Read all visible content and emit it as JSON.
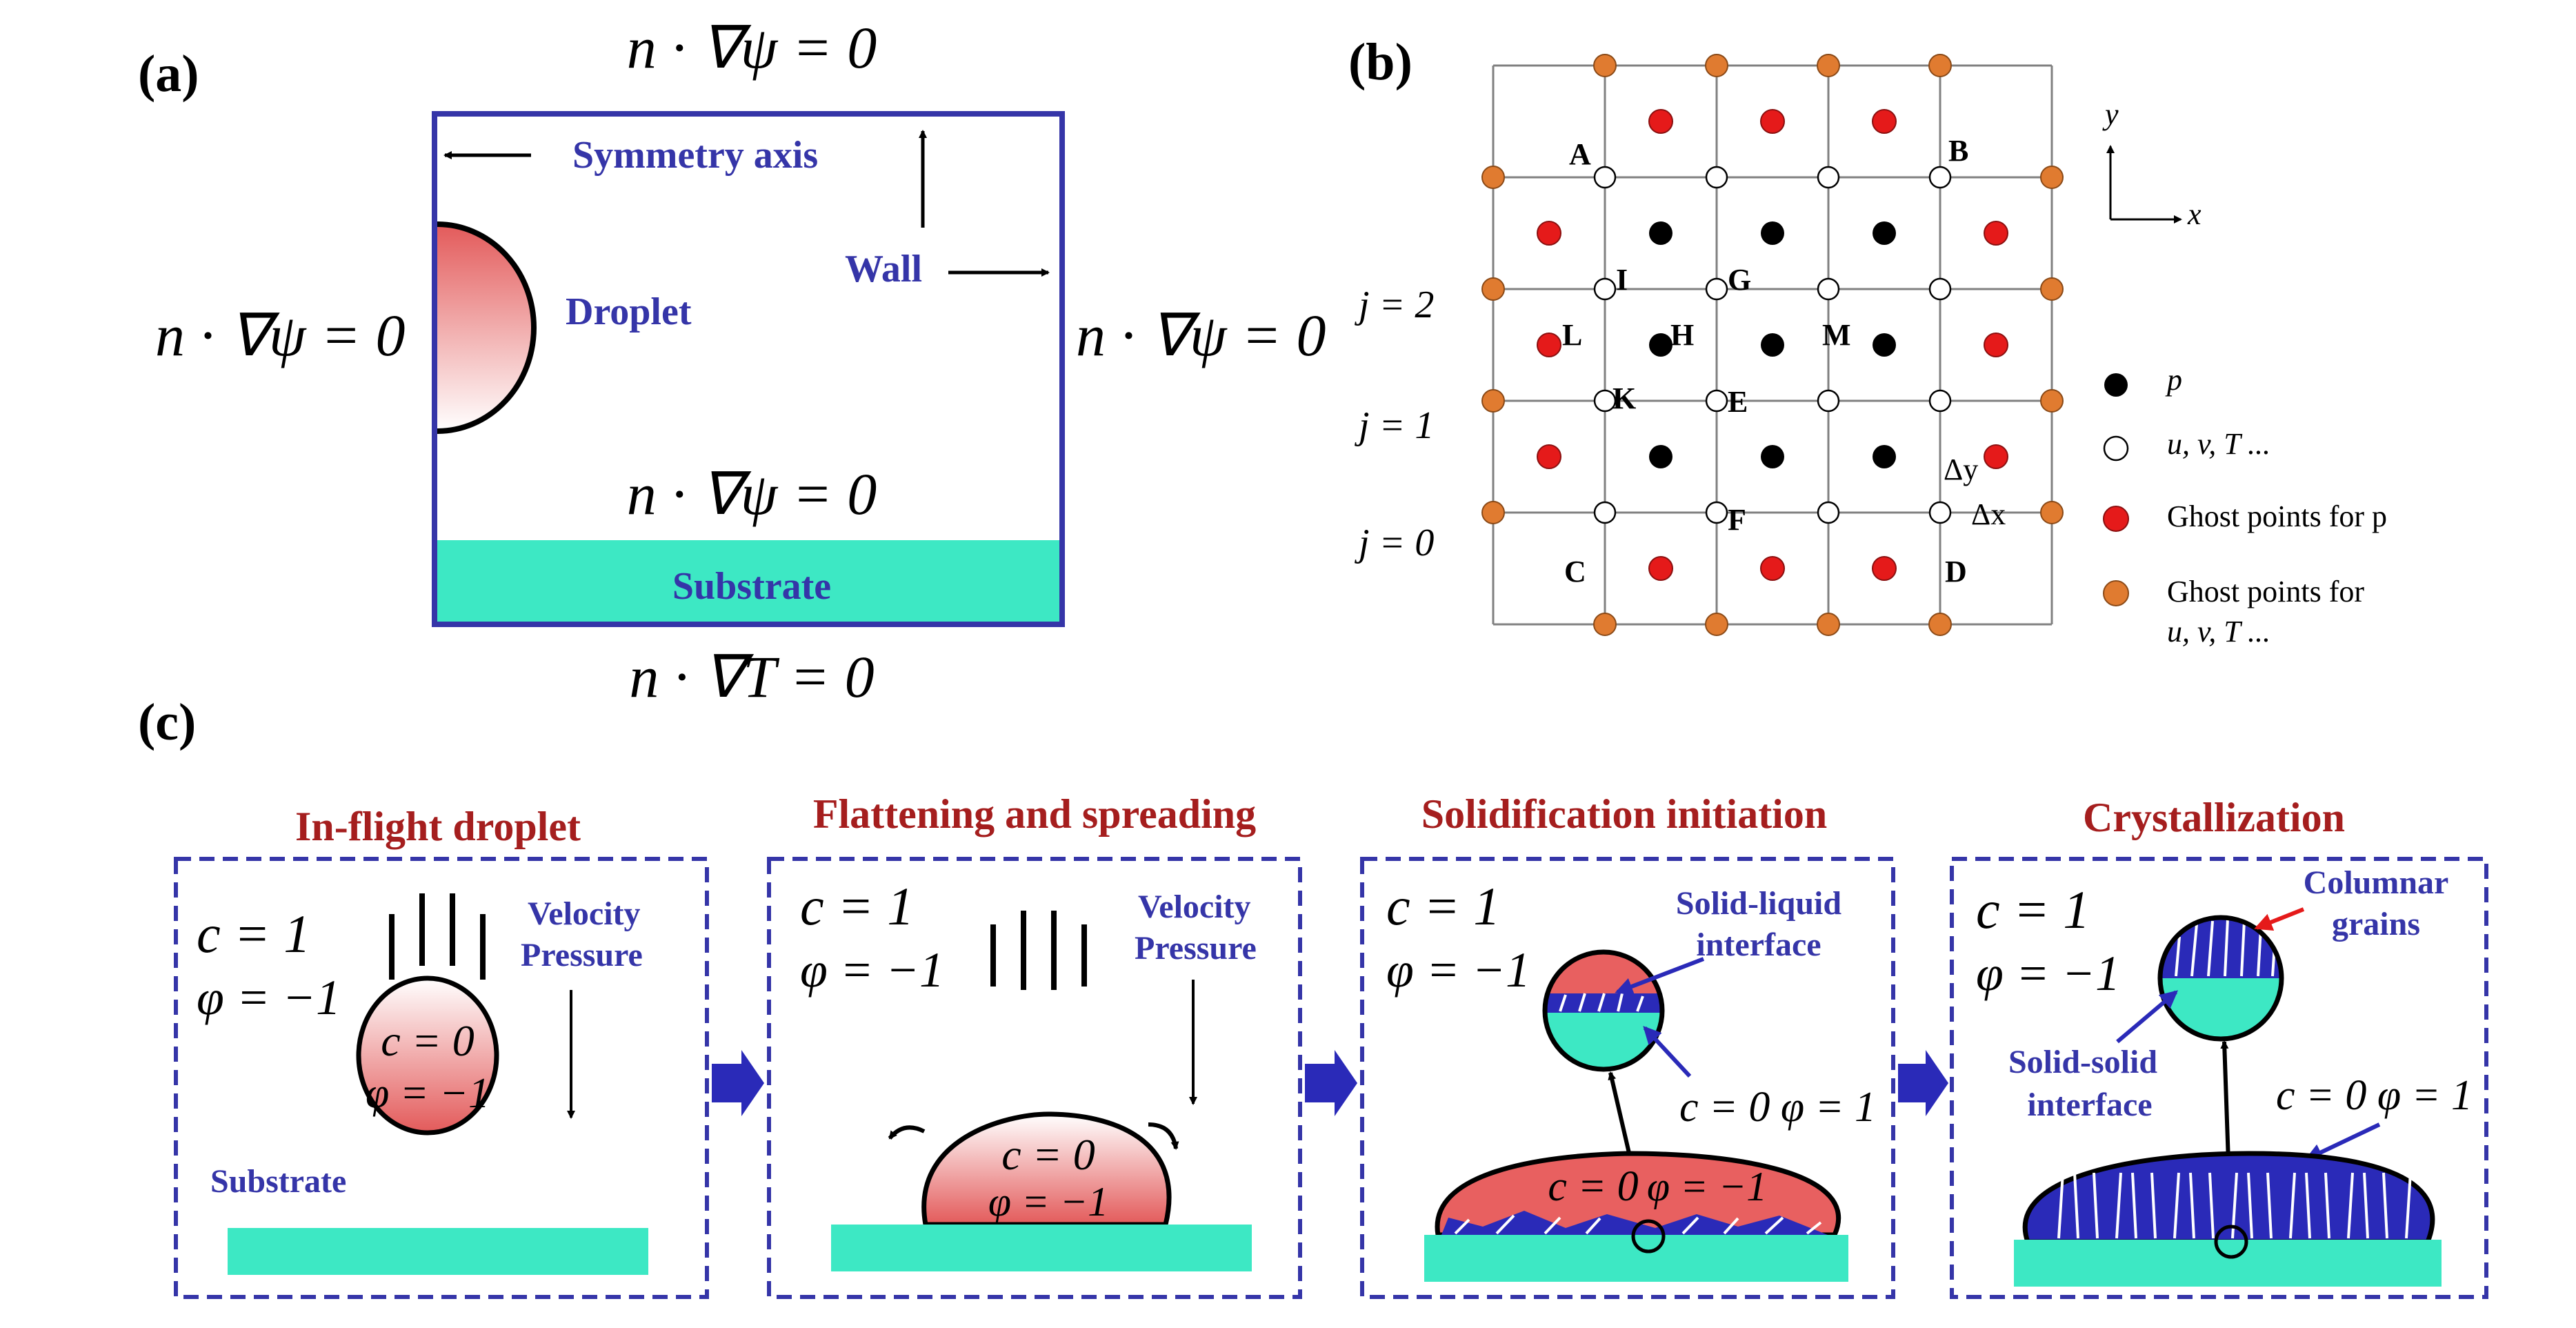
{
  "colors": {
    "frame_blue": "#3535a8",
    "label_blue": "#3535a8",
    "title_red": "#a51e1e",
    "substrate": "#3de8c4",
    "droplet_red": "#e86060",
    "solid_blue": "#2a2ab8",
    "ghost_red": "#e51a1a",
    "ghost_orange": "#e07b30"
  },
  "panel_a": {
    "label": "(a)",
    "bc_top": "n · ∇ψ = 0",
    "bc_left": "n · ∇ψ = 0",
    "bc_right": "n · ∇ψ = 0",
    "bc_mid": "n · ∇ψ = 0",
    "bc_bottom": "n · ∇T = 0",
    "symmetry": "Symmetry  axis",
    "wall": "Wall",
    "droplet": "Droplet",
    "substrate": "Substrate"
  },
  "panel_b": {
    "label": "(b)",
    "j_labels": [
      "j = 2",
      "j = 1",
      "j = 0"
    ],
    "points": {
      "A": "A",
      "B": "B",
      "C": "C",
      "D": "D",
      "E": "E",
      "F": "F",
      "G": "G",
      "H": "H",
      "I": "I",
      "K": "K",
      "L": "L",
      "M": "M"
    },
    "dy": "Δy",
    "dx": "Δx",
    "axis_y": "y",
    "axis_x": "x",
    "legend": {
      "p": "p",
      "uvt": "u, v, T ...",
      "ghost_p": "Ghost points for p",
      "ghost_uvt_1": "Ghost points for",
      "ghost_uvt_2": "u, v, T ..."
    }
  },
  "panel_c": {
    "label": "(c)",
    "stages": [
      {
        "title": "In-flight droplet",
        "c1": "c = 1",
        "phi1": "φ = −1",
        "vel": "Velocity",
        "press": "Pressure",
        "c_in": "c = 0",
        "phi_in": "φ = −1",
        "substrate": "Substrate"
      },
      {
        "title": "Flattening and spreading",
        "c1": "c = 1",
        "phi1": "φ = −1",
        "vel": "Velocity",
        "press": "Pressure",
        "c_in": "c = 0",
        "phi_in": "φ = −1"
      },
      {
        "title": "Solidification initiation",
        "c1": "c = 1",
        "phi1": "φ = −1",
        "interface_1": "Solid-liquid",
        "interface_2": "interface",
        "solid": "c = 0  φ = 1",
        "c_in": "c = 0",
        "phi_in": "φ = −1"
      },
      {
        "title": "Crystallization",
        "c1": "c = 1",
        "phi1": "φ = −1",
        "grains_1": "Columnar",
        "grains_2": "grains",
        "ss_1": "Solid-solid",
        "ss_2": "interface",
        "solid": "c = 0  φ = 1"
      }
    ]
  }
}
